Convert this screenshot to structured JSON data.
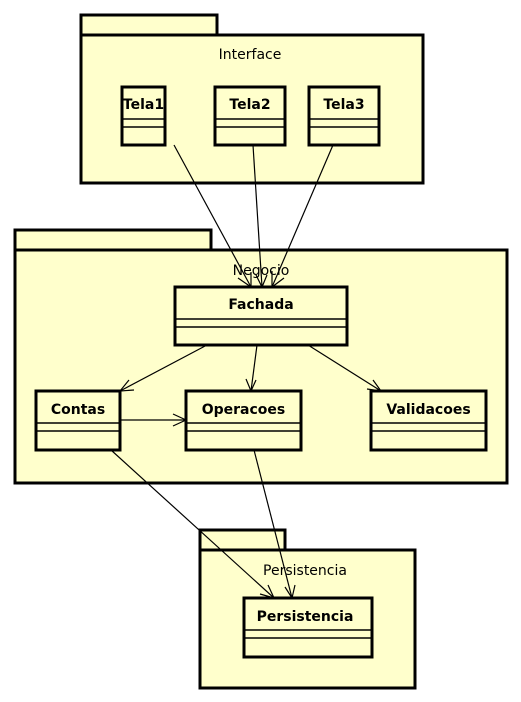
{
  "packages": {
    "interface": {
      "label": "Interface"
    },
    "negocio": {
      "label": "Negocio"
    },
    "persistencia": {
      "label": "Persistencia"
    }
  },
  "classes": {
    "tela1": "Tela1",
    "tela2": "Tela2",
    "tela3": "Tela3",
    "fachada": "Fachada",
    "contas": "Contas",
    "operacoes": "Operacoes",
    "validacoes": "Validacoes",
    "persistencia": "Persistencia"
  },
  "colors": {
    "fill": "#ffffcc",
    "stroke": "#000000"
  }
}
